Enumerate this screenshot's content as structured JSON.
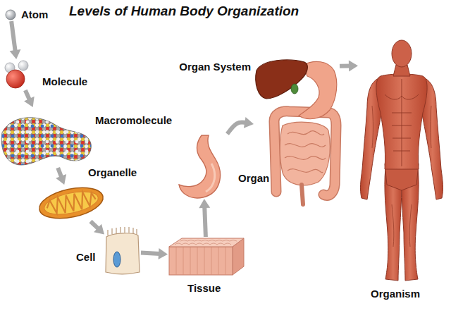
{
  "diagram": {
    "title": "Levels of Human Body Organization",
    "nodes": [
      {
        "text": [
          "Atom"
        ]
      },
      {
        "text": [
          "Molecule"
        ]
      },
      {
        "text": [
          "Macromolecule"
        ]
      },
      {
        "text": [
          "Organelle"
        ]
      },
      {
        "text": [
          "Cell"
        ]
      },
      {
        "text": [
          "Tissue"
        ]
      },
      {
        "text": [
          "Organ"
        ]
      },
      {
        "text": [
          "Organ System"
        ]
      },
      {
        "text": [
          "Organism"
        ]
      }
    ],
    "edges": [
      {
        "from": 0,
        "to": 1,
        "arrow": "to"
      },
      {
        "from": 1,
        "to": 2,
        "arrow": "to"
      },
      {
        "from": 2,
        "to": 3,
        "arrow": "to"
      },
      {
        "from": 3,
        "to": 4,
        "arrow": "to"
      },
      {
        "from": 4,
        "to": 5,
        "arrow": "to"
      },
      {
        "from": 5,
        "to": 6,
        "arrow": "to"
      },
      {
        "from": 6,
        "to": 7,
        "arrow": "to"
      },
      {
        "from": 7,
        "to": 8,
        "arrow": "to"
      }
    ]
  }
}
